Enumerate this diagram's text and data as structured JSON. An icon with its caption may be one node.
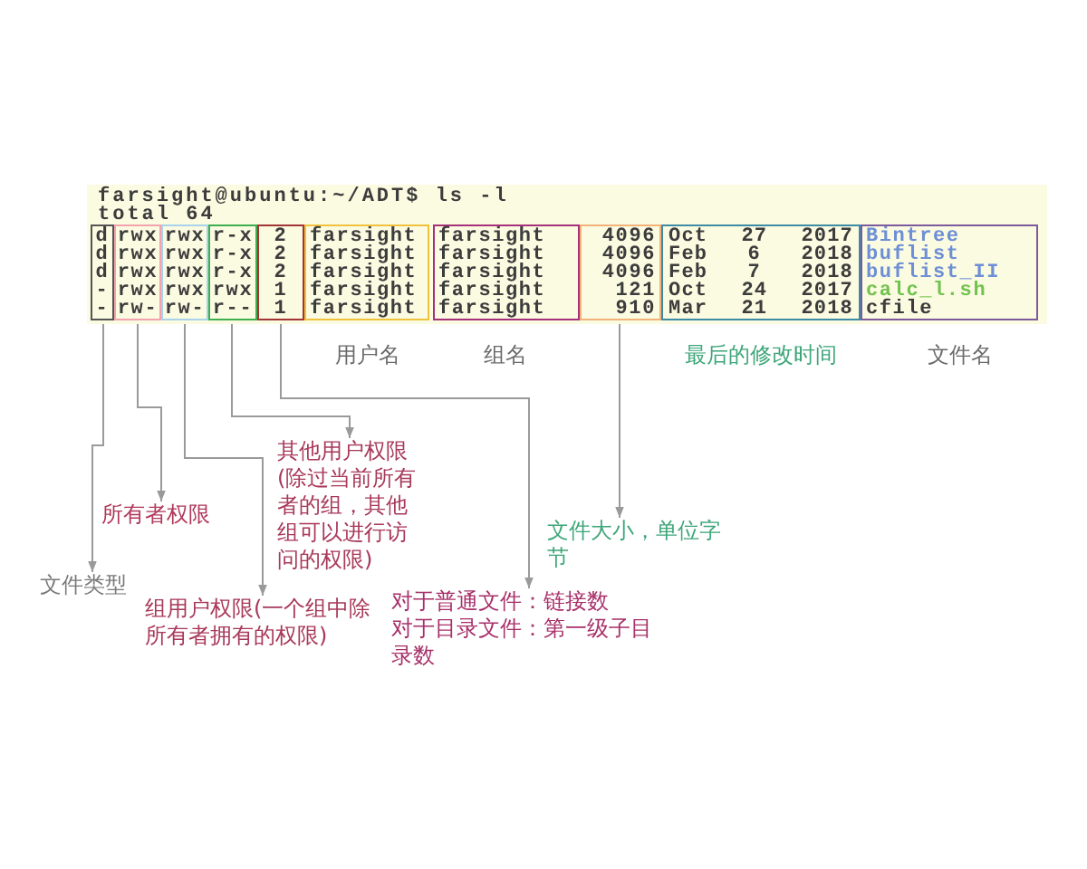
{
  "diagram": {
    "nodes": [
      {
        "text": [
          "farsight@ubuntu:~/ADT$ ls -l",
          "total 64"
        ]
      },
      {
        "text": [
          "d",
          "d",
          "d",
          "-",
          "-"
        ],
        "in": 0
      },
      {
        "text": [
          "rwx",
          "rwx",
          "rwx",
          "rwx",
          "rw-"
        ],
        "in": 0
      },
      {
        "text": [
          "rwx",
          "rwx",
          "rwx",
          "rwx",
          "rw-"
        ],
        "in": 0
      },
      {
        "text": [
          "r-x",
          "r-x",
          "r-x",
          "rwx",
          "r--"
        ],
        "in": 0
      },
      {
        "text": [
          "2",
          "2",
          "2",
          "1",
          "1"
        ],
        "in": 0
      },
      {
        "text": [
          "farsight",
          "farsight",
          "farsight",
          "farsight",
          "farsight"
        ],
        "in": 0
      },
      {
        "text": [
          "farsight",
          "farsight",
          "farsight",
          "farsight",
          "farsight"
        ],
        "in": 0
      },
      {
        "text": [
          "4096",
          "4096",
          "4096",
          "121",
          "910"
        ],
        "in": 0
      },
      {
        "text": [
          "Oct 27 2017",
          "Feb 6 2018",
          "Feb 7 2018",
          "Oct 24 2017",
          "Mar 21 2018"
        ],
        "in": 0
      },
      {
        "text": [
          "Bintree",
          "buflist",
          "buflist_II",
          "calc_l.sh",
          "cfile"
        ],
        "in": 0
      },
      {
        "text": [
          "文件类型"
        ]
      },
      {
        "text": [
          "所有者权限"
        ]
      },
      {
        "text": [
          "组用户权限(一个组中除所有者拥有的权限)"
        ]
      },
      {
        "text": [
          "其他用户权限(除过当前所有者的组，其他组可以进行访问的权限)"
        ]
      },
      {
        "text": [
          "对于普通文件：链接数",
          "对于目录文件：第一级子目录数"
        ]
      },
      {
        "text": [
          "文件大小，单位字节"
        ]
      }
    ],
    "edges": [
      {
        "from": 1,
        "to": 11,
        "arrow": "to"
      },
      {
        "from": 2,
        "to": 12,
        "arrow": "to"
      },
      {
        "from": 3,
        "to": 13,
        "arrow": "to"
      },
      {
        "from": 4,
        "to": 14,
        "arrow": "to"
      },
      {
        "from": 5,
        "to": 15,
        "arrow": "to"
      },
      {
        "from": 8,
        "to": 16,
        "arrow": "to"
      }
    ],
    "labels": [
      "用户名",
      "组名",
      "最后的修改时间",
      "文件名"
    ]
  }
}
